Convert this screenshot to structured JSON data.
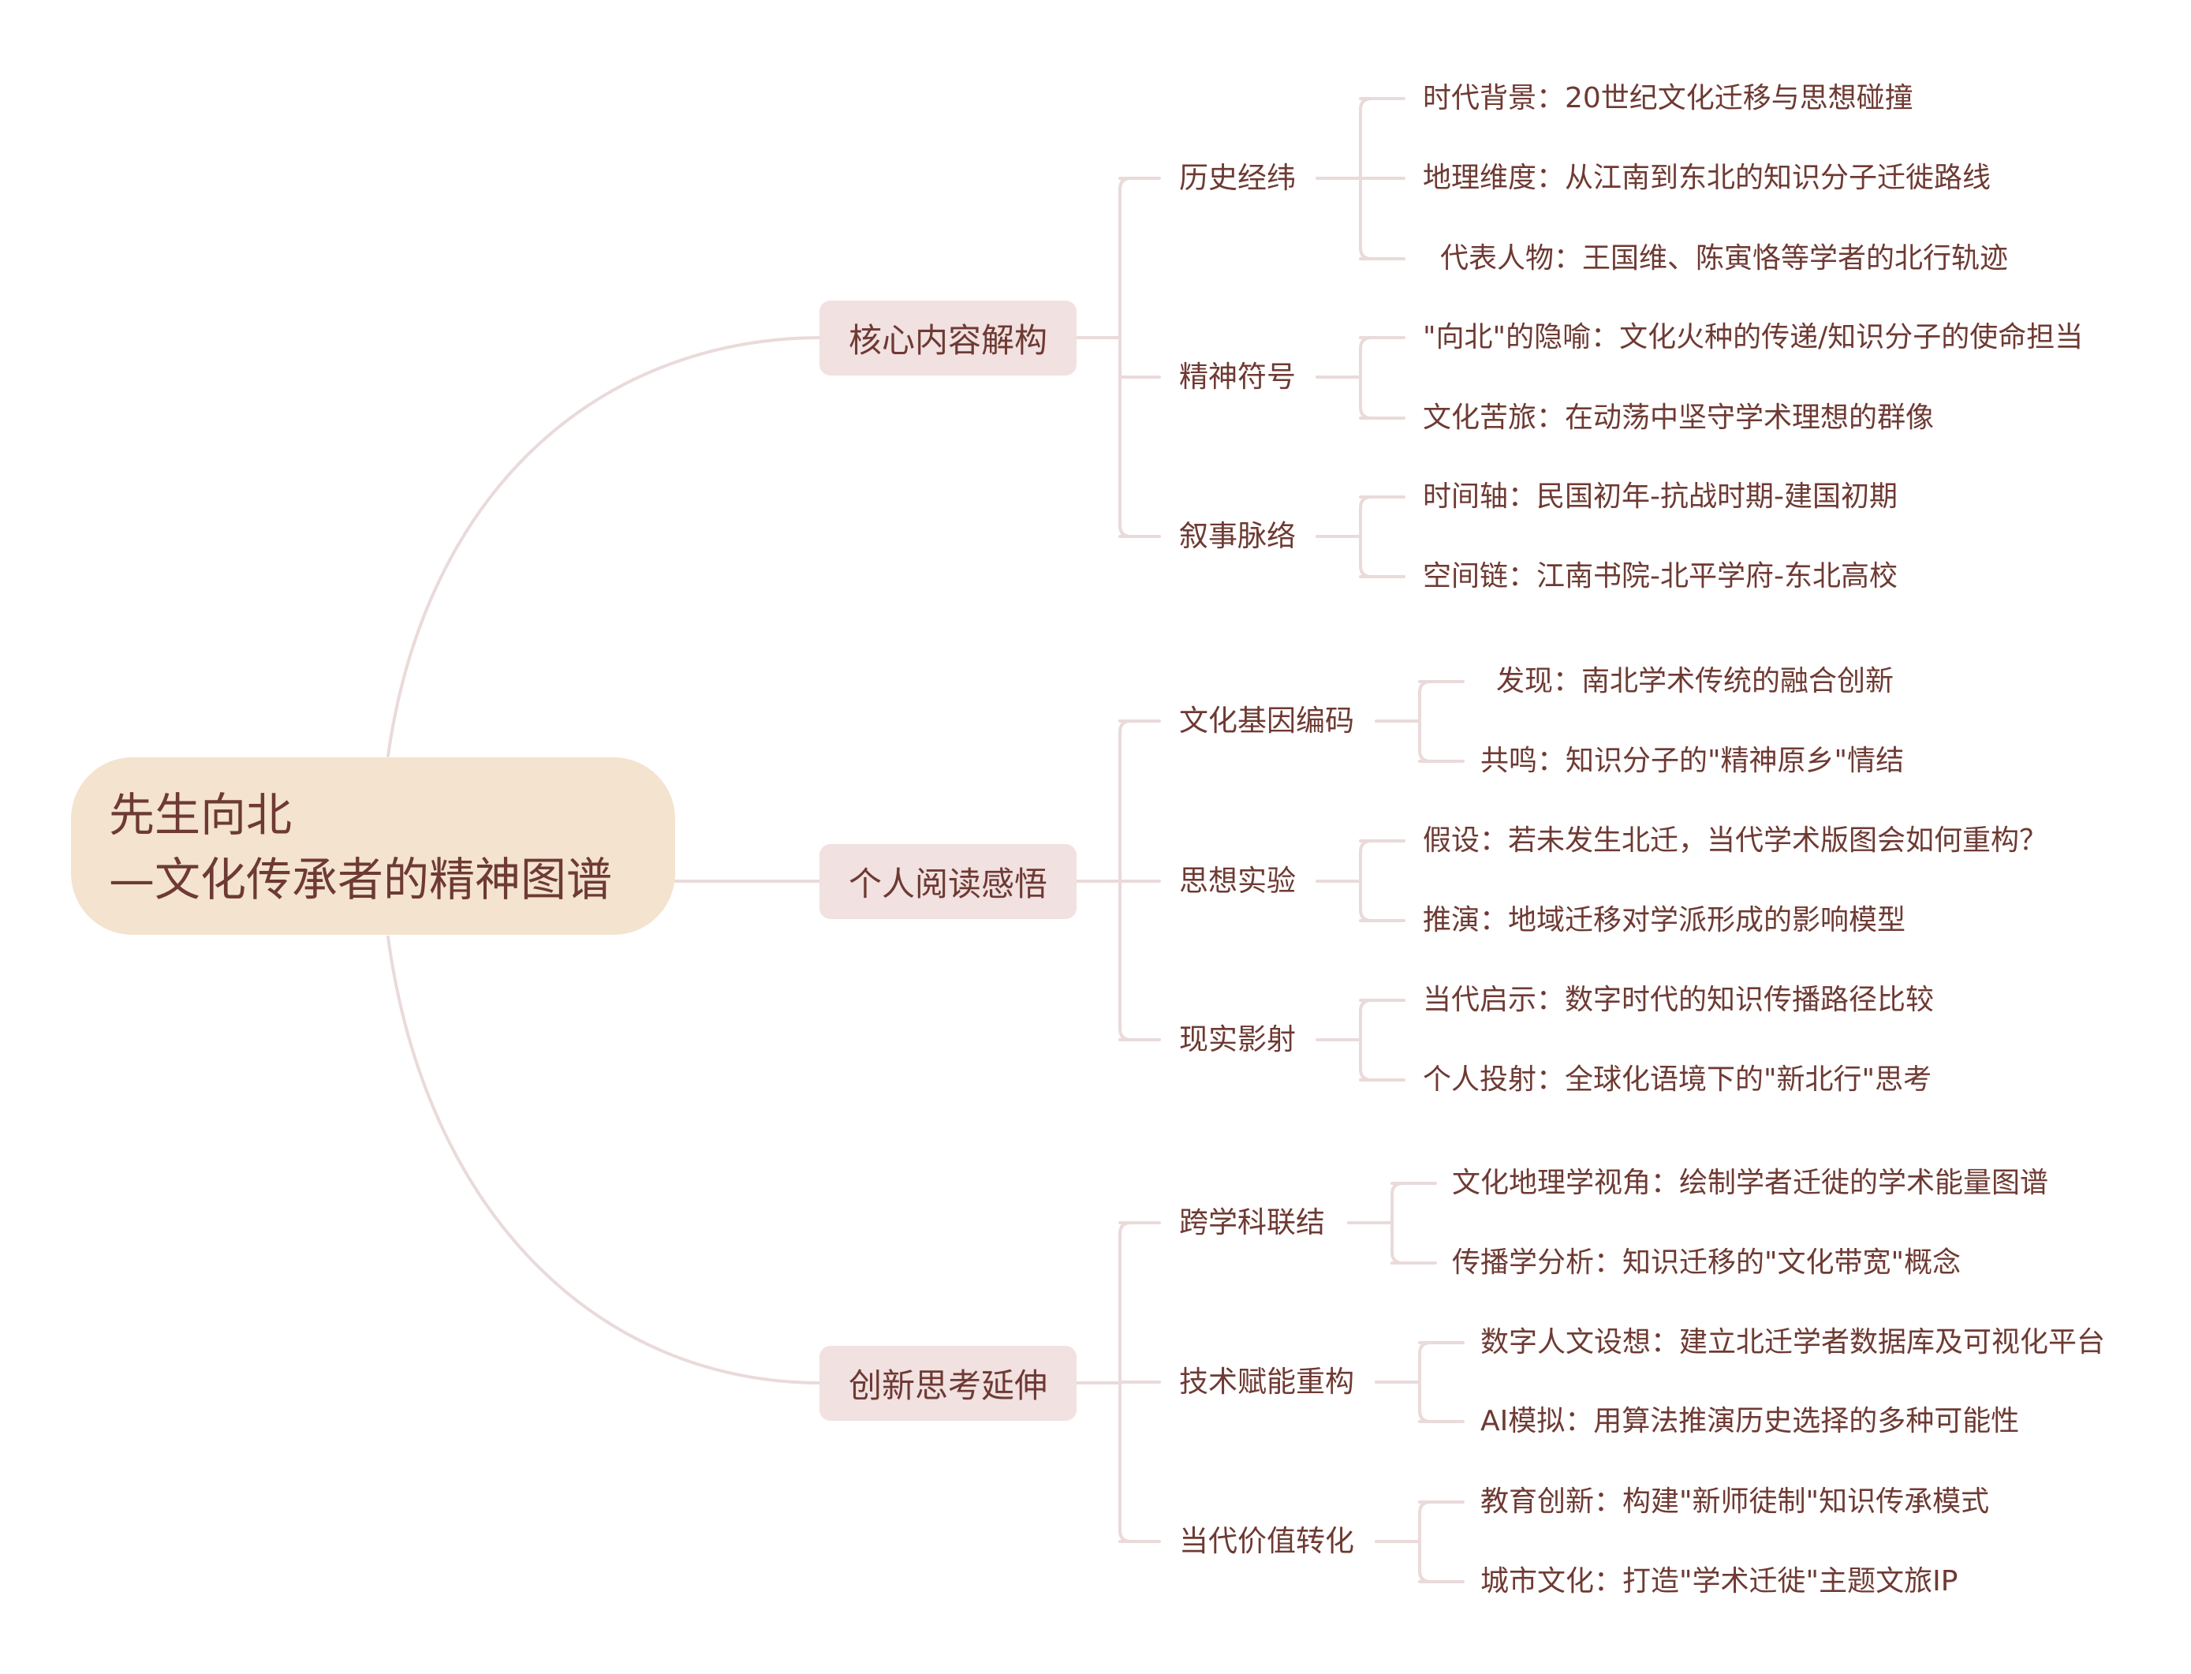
{
  "colors": {
    "line": "#eadada",
    "root_fill": "#f3e3cf",
    "branch_fill": "#f1e1e1",
    "text": "#6e3a33"
  },
  "root": {
    "line1": "先生向北",
    "line2": "—文化传承者的精神图谱"
  },
  "branches": [
    {
      "label": "核心内容解构",
      "children": [
        {
          "label": "历史经纬",
          "children": [
            "时代背景：20世纪文化迁移与思想碰撞",
            "地理维度：从江南到东北的知识分子迁徙路线",
            "代表人物：王国维、陈寅恪等学者的北行轨迹"
          ]
        },
        {
          "label": "精神符号",
          "children": [
            "\"向北\"的隐喻：文化火种的传递/知识分子的使命担当",
            "文化苦旅：在动荡中坚守学术理想的群像"
          ]
        },
        {
          "label": "叙事脉络",
          "children": [
            "时间轴：民国初年-抗战时期-建国初期",
            "空间链：江南书院-北平学府-东北高校"
          ]
        }
      ]
    },
    {
      "label": "个人阅读感悟",
      "children": [
        {
          "label": "文化基因编码",
          "children": [
            "发现：南北学术传统的融合创新",
            "共鸣：知识分子的\"精神原乡\"情结"
          ]
        },
        {
          "label": "思想实验",
          "children": [
            "假设：若未发生北迁，当代学术版图会如何重构？",
            "推演：地域迁移对学派形成的影响模型"
          ]
        },
        {
          "label": "现实影射",
          "children": [
            "当代启示：数字时代的知识传播路径比较",
            "个人投射：全球化语境下的\"新北行\"思考"
          ]
        }
      ]
    },
    {
      "label": "创新思考延伸",
      "children": [
        {
          "label": "跨学科联结",
          "children": [
            "文化地理学视角：绘制学者迁徙的学术能量图谱",
            "传播学分析：知识迁移的\"文化带宽\"概念"
          ]
        },
        {
          "label": "技术赋能重构",
          "children": [
            "数字人文设想：建立北迁学者数据库及可视化平台",
            "AI模拟：用算法推演历史选择的多种可能性"
          ]
        },
        {
          "label": "当代价值转化",
          "children": [
            "教育创新：构建\"新师徒制\"知识传承模式",
            "城市文化：打造\"学术迁徙\"主题文旅IP"
          ]
        }
      ]
    }
  ]
}
